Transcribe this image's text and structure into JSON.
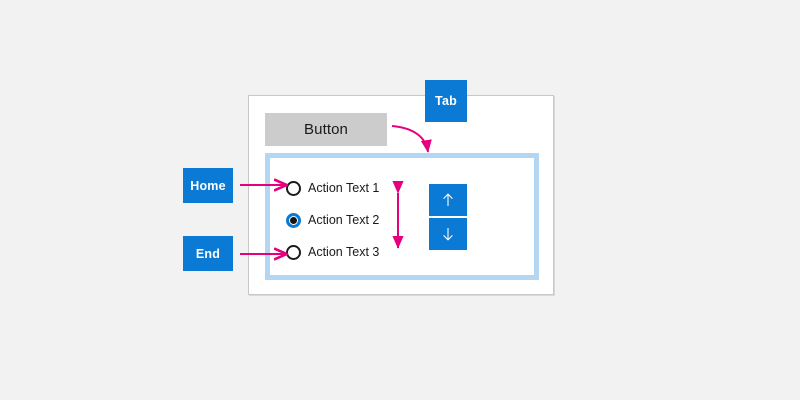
{
  "page": {
    "background_color": "#f2f2f2",
    "accent_blue": "#0a7ad4",
    "annotation_pink": "#e6007e",
    "panel_border_blue": "#b3d7f2",
    "button_gray": "#cccccc"
  },
  "dialog": {
    "name": "dialog-window",
    "button": {
      "label": "Button"
    },
    "focus_panel": {
      "name": "radio-group-focus-panel",
      "radio_options": [
        {
          "label": "Action Text 1",
          "selected": false
        },
        {
          "label": "Action Text 2",
          "selected": true
        },
        {
          "label": "Action Text 3",
          "selected": false
        }
      ],
      "spin_buttons": [
        {
          "icon": "arrow-up-icon",
          "glyph": "↑"
        },
        {
          "icon": "arrow-down-icon",
          "glyph": "↓"
        }
      ]
    }
  },
  "key_badges": [
    {
      "id": "tab",
      "label": "Tab"
    },
    {
      "id": "home",
      "label": "Home"
    },
    {
      "id": "end",
      "label": "End"
    }
  ],
  "annotations": {
    "tab_curve": "curved arrow from Button to focus panel",
    "home_arrow": "straight arrow pointing to Action Text 1 radio",
    "end_arrow": "straight arrow pointing to Action Text 3 radio",
    "vertical_double_arrow": "up-down arrow between radio list and spin buttons"
  }
}
